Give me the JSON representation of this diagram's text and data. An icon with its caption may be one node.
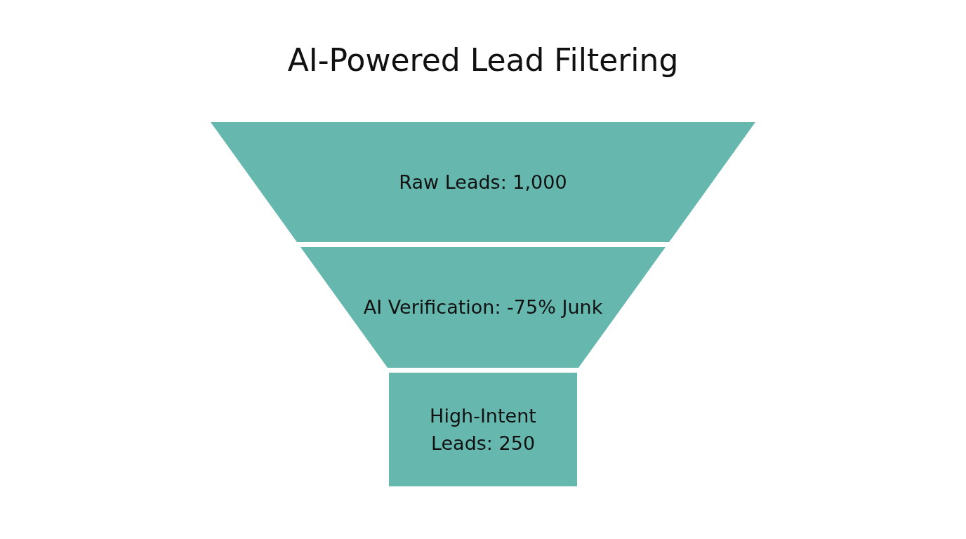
{
  "diagram": {
    "title": "AI-Powered Lead Filtering",
    "nodes": [
      {
        "text": [
          "Raw Leads: 1,000"
        ]
      },
      {
        "text": [
          "AI Verification: -75% Junk"
        ]
      },
      {
        "text": [
          "High-Intent Leads: 250"
        ]
      }
    ]
  }
}
